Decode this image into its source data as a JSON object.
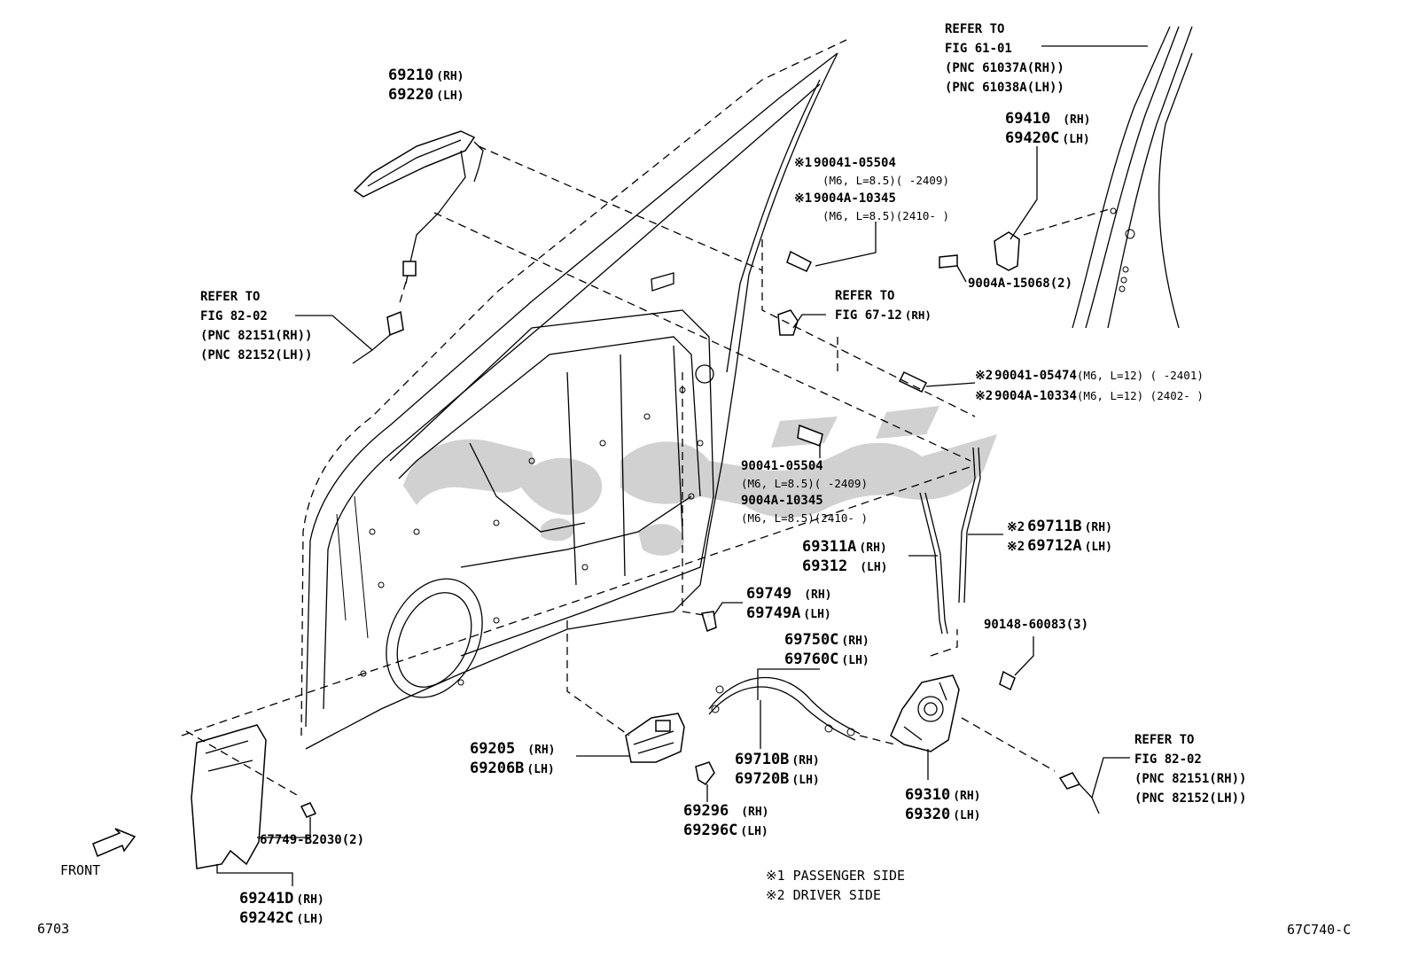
{
  "diagram": {
    "callouts": {
      "c69210": {
        "l1": "69210",
        "s1": "(RH)",
        "l2": "69220",
        "s2": "(LH)"
      },
      "c82_02a": {
        "l1": "REFER TO",
        "l2": "FIG 82-02",
        "l3": "(PNC 82151(RH))",
        "l4": "(PNC 82152(LH))"
      },
      "c61_01": {
        "l1": "REFER TO",
        "l2": "FIG 61-01",
        "l3": "(PNC 61037A(RH))",
        "l4": "(PNC 61038A(LH))"
      },
      "c69410": {
        "l1": "69410",
        "s1": "(RH)",
        "l2": "69420C",
        "s2": "(LH)"
      },
      "c90041a": {
        "mark1": "※1",
        "l1": "90041-05504",
        "d1": "(M6, L=8.5)(      -2409)",
        "mark2": "※1",
        "l2": "9004A-10345",
        "d2": "(M6, L=8.5)(2410-      )"
      },
      "c15068": {
        "l1": "9004A-15068(2)"
      },
      "c67_12": {
        "l1": "REFER TO",
        "l2": "FIG 67-12",
        "s2": "(RH)"
      },
      "c05474": {
        "mark1": "※2",
        "l1": "90041-05474",
        "d1": "(M6, L=12) (      -2401)",
        "mark2": "※2",
        "l2": "9004A-10334",
        "d2": "(M6, L=12) (2402-      )"
      },
      "c90041b": {
        "l1": "90041-05504",
        "d1": "(M6, L=8.5)(      -2409)",
        "l2": "9004A-10345",
        "d2": "(M6, L=8.5)(2410-      )"
      },
      "c69711": {
        "mark1": "※2",
        "l1": "69711B",
        "s1": "(RH)",
        "mark2": "※2",
        "l2": "69712A",
        "s2": "(LH)"
      },
      "c69311": {
        "l1": "69311A",
        "s1": "(RH)",
        "l2": "69312",
        "s2": "(LH)"
      },
      "c69749": {
        "l1": "69749",
        "s1": "(RH)",
        "l2": "69749A",
        "s2": "(LH)"
      },
      "c90148": {
        "l1": "90148-60083(3)"
      },
      "c69750": {
        "l1": "69750C",
        "s1": "(RH)",
        "l2": "69760C",
        "s2": "(LH)"
      },
      "c69205": {
        "l1": "69205",
        "s1": "(RH)",
        "l2": "69206B",
        "s2": "(LH)"
      },
      "c69710": {
        "l1": "69710B",
        "s1": "(RH)",
        "l2": "69720B",
        "s2": "(LH)"
      },
      "c69310": {
        "l1": "69310",
        "s1": "(RH)",
        "l2": "69320",
        "s2": "(LH)"
      },
      "c82_02b": {
        "l1": "REFER TO",
        "l2": "FIG 82-02",
        "l3": "(PNC 82151(RH))",
        "l4": "(PNC 82152(LH))"
      },
      "c69296": {
        "l1": "69296",
        "s1": "(RH)",
        "l2": "69296C",
        "s2": "(LH)"
      },
      "c67749": {
        "l1": "67749-B2030(2)"
      },
      "c69241": {
        "l1": "69241D",
        "s1": "(RH)",
        "l2": "69242C",
        "s2": "(LH)"
      }
    },
    "legend": {
      "l1": "※1 PASSENGER SIDE",
      "l2": "※2 DRIVER SIDE"
    },
    "front_label": "FRONT",
    "page_code": "6703",
    "figure_code": "67C740-C"
  }
}
